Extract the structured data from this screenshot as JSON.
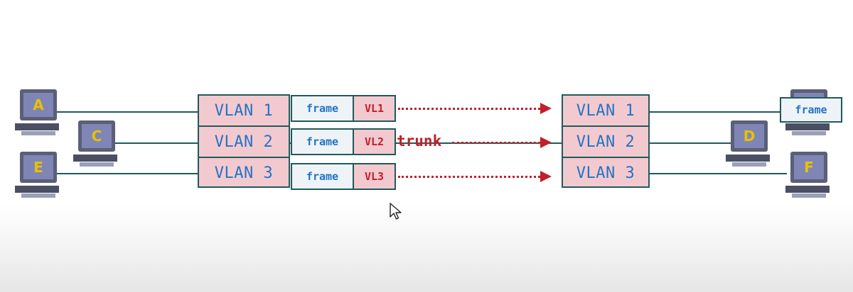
{
  "left_switch": {
    "rows": [
      "VLAN 1",
      "VLAN 2",
      "VLAN 3"
    ]
  },
  "right_switch": {
    "rows": [
      "VLAN 1",
      "VLAN 2",
      "VLAN 3"
    ]
  },
  "frames": [
    {
      "label": "frame",
      "tag": "VL1"
    },
    {
      "label": "frame",
      "tag": "VL2"
    },
    {
      "label": "frame",
      "tag": "VL3"
    }
  ],
  "trunk_label": "trunk",
  "floating_frame_label": "frame",
  "hosts": {
    "A": "A",
    "C": "C",
    "E": "E",
    "D": "D",
    "F": "F"
  },
  "colors": {
    "vlan_text": "#2474c3",
    "vlan_fill": "#f3c9d0",
    "tag_text": "#c0202a",
    "wire": "#1f5a5a",
    "host_label": "#e8c200"
  },
  "icons": {
    "host": "computer-icon",
    "pointer": "mouse-pointer-icon"
  }
}
